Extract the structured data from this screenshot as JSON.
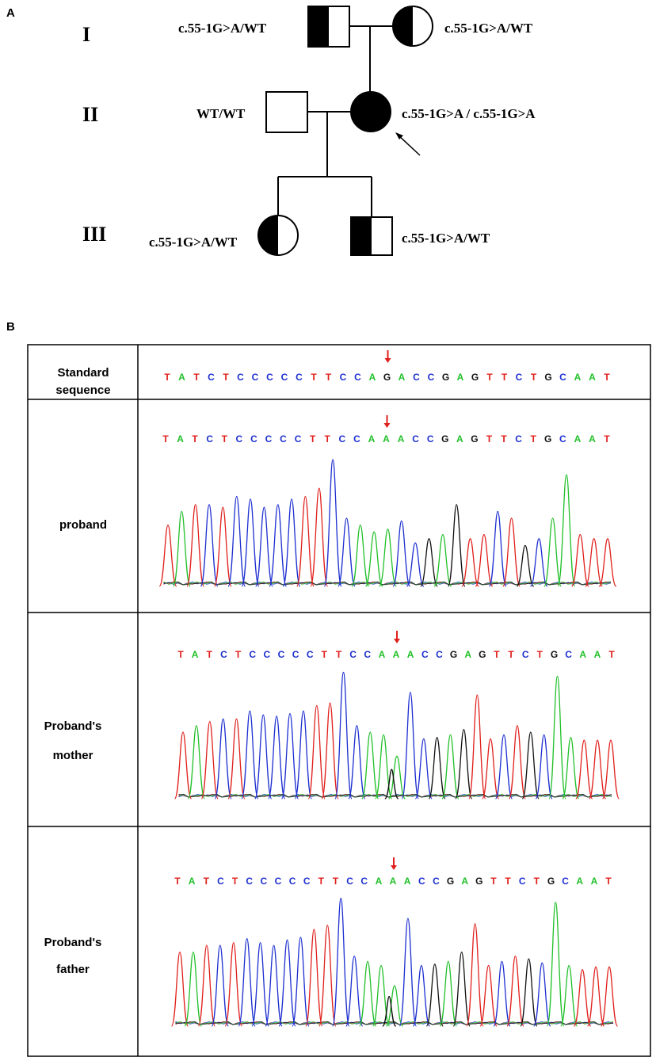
{
  "panel_a": {
    "label": "A",
    "generations": [
      "I",
      "II",
      "III"
    ],
    "genotypes": {
      "gen1_male": "c.55-1G>A/WT",
      "gen1_female": "c.55-1G>A/WT",
      "gen2_male": "WT/WT",
      "gen2_female": "c.55-1G>A / c.55-1G>A",
      "gen3_female": "c.55-1G>A/WT",
      "gen3_male": "c.55-1G>A/WT"
    }
  },
  "panel_b": {
    "label": "B",
    "rows": [
      {
        "label_lines": [
          "Standard",
          "sequence"
        ],
        "sequence": "TATCTCCCCCTTCCAGACCGAGTTCTGCAAT",
        "chromatogram": false
      },
      {
        "label_lines": [
          "proband"
        ],
        "sequence": "TATCTCCCCCTTCCAAACCGAGTTCTGCAAT",
        "chromatogram": true,
        "heterozygous": false
      },
      {
        "label_lines": [
          "Proband's",
          "mother"
        ],
        "sequence": "TATCTCCCCCTTCCAAACCGAGTTCTGCAAT",
        "chromatogram": true,
        "heterozygous": true
      },
      {
        "label_lines": [
          "Proband's",
          "father"
        ],
        "sequence": "TATCTCCCCCTTCCAAACCGAGTTCTGCAAT",
        "chromatogram": true,
        "heterozygous": true
      }
    ],
    "mutation_position_index": 15,
    "base_colors": {
      "A": "#22c02a",
      "T": "#e0201c",
      "C": "#1d2fd0",
      "G": "#111111"
    },
    "arrow_color": "#e0201c"
  }
}
